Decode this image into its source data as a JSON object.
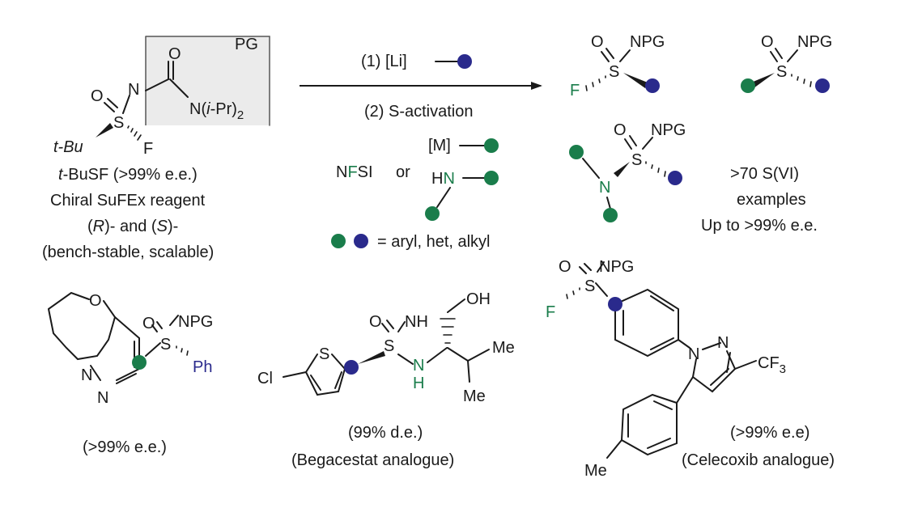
{
  "colors": {
    "green": "#1a7d4b",
    "blue": "#2a2a8c",
    "ink": "#1a1a1a",
    "box": "#ebebeb"
  },
  "reagent": {
    "pg": "PG",
    "o": "O",
    "n": "N",
    "s": "S",
    "f": "F",
    "tbu": "t-Bu",
    "amine_n": "N(",
    "amine_i": "i",
    "amine_rest": "-Pr)",
    "amine_sub": "2",
    "name_italic": "t",
    "name_rest": "-BuSF  (>99% e.e.)",
    "line2": "Chiral SuFEx reagent",
    "line3_a": "(",
    "line3_r": "R",
    "line3_b": ")- and (",
    "line3_s": "S",
    "line3_c": ")-",
    "line4": "(bench-stable, scalable)"
  },
  "conditions": {
    "step1": "(1)  [Li]",
    "step2": "(2) S-activation",
    "m": "[M]",
    "nfsi_n": "N",
    "nfsi_f": "F",
    "nfsi_si": "SI",
    "or": "or",
    "hn_h": "H",
    "hn_n": "N",
    "legend": "= aryl, het, alkyl"
  },
  "products": {
    "npg": "NPG",
    "o": "O",
    "s": "S",
    "f": "F",
    "n": "N",
    "summary1": ">70 S(VI)",
    "summary2": "examples",
    "summary3": "Up to >99% e.e."
  },
  "examples": {
    "ex1": {
      "o_ring": "O",
      "o_s": "O",
      "npg": "NPG",
      "s": "S",
      "ph": "Ph",
      "n1": "N",
      "n2": "N",
      "caption": "(>99% e.e.)"
    },
    "ex2": {
      "oh": "OH",
      "o": "O",
      "nh": "NH",
      "s": "S",
      "s_ring": "S",
      "cl": "Cl",
      "n": "N",
      "h": "H",
      "me1": "Me",
      "me2": "Me",
      "caption1": "(99% d.e.)",
      "caption2": "(Begacestat analogue)"
    },
    "ex3": {
      "o": "O",
      "npg": "NPG",
      "s": "S",
      "f": "F",
      "n1": "N",
      "n2": "N",
      "cf3": "CF",
      "cf3_sub": "3",
      "me": "Me",
      "caption1": "(>99% e.e)",
      "caption2": "(Celecoxib analogue)"
    }
  }
}
